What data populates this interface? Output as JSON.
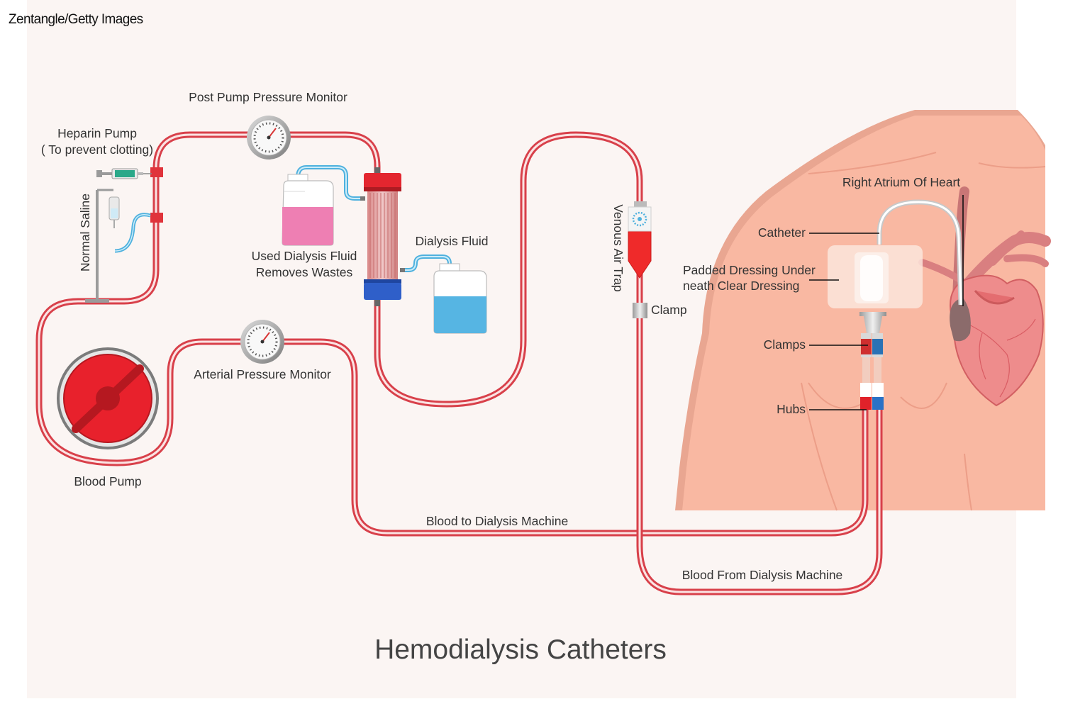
{
  "credit": "Zentangle/Getty Images",
  "title": "Hemodialysis Catheters",
  "labels": {
    "post_pump_monitor": "Post Pump Pressure Monitor",
    "heparin_pump_line1": "Heparin Pump",
    "heparin_pump_line2": "( To prevent clotting)",
    "normal_saline": "Normal Saline",
    "used_fluid_line1": "Used Dialysis Fluid",
    "used_fluid_line2": "Removes Wastes",
    "dialysis_fluid": "Dialysis Fluid",
    "venous_air_trap": "Venous Air Trap",
    "clamp": "Clamp",
    "arterial_monitor": "Arterial Pressure Monitor",
    "blood_pump": "Blood Pump",
    "blood_to_machine": "Blood to Dialysis Machine",
    "blood_from_machine": "Blood From Dialysis Machine",
    "right_atrium": "Right Atrium Of Heart",
    "catheter": "Catheter",
    "dressing_line1": "Padded Dressing Under",
    "dressing_line2": "neath Clear Dressing",
    "clamps": "Clamps",
    "hubs": "Hubs"
  },
  "colors": {
    "background": "#fbf5f3",
    "tube_red": "#d8404a",
    "blood_red": "#e8212c",
    "skin": "#f9b8a2",
    "dialysis_blue": "#4fb1de",
    "used_fluid_pink": "#ee7fb3",
    "filter_red": "#e3262f",
    "filter_blue": "#2f5fc9"
  }
}
